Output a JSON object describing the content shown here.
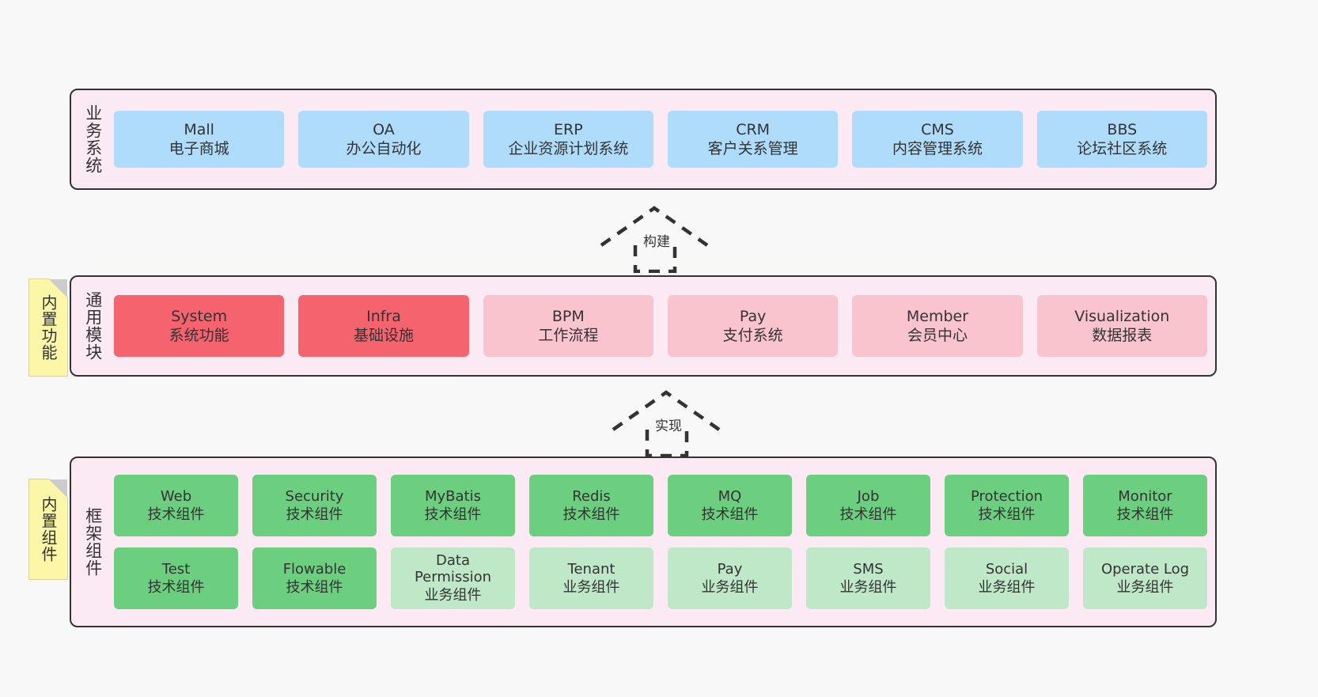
{
  "diagram": {
    "title": "",
    "background": "#f8f8f8",
    "colors": {
      "layer_fill": "#fbeaf4",
      "layer_border": "#333333",
      "business_card": "#aedcfa",
      "module_core_card": "#f4636e",
      "module_card": "#fac4ce",
      "tech_component_card": "#6cce7f",
      "business_component_card": "#bfe8c8",
      "note_fill": "#fcf6a8",
      "note_fold": "#cccccc"
    }
  },
  "layers": {
    "business": {
      "title": "业务系统",
      "cards": [
        {
          "name": "Mall",
          "sub": "电子商城"
        },
        {
          "name": "OA",
          "sub": "办公自动化"
        },
        {
          "name": "ERP",
          "sub": "企业资源计划系统"
        },
        {
          "name": "CRM",
          "sub": "客户关系管理"
        },
        {
          "name": "CMS",
          "sub": "内容管理系统"
        },
        {
          "name": "BBS",
          "sub": "论坛社区系统"
        }
      ]
    },
    "module": {
      "title": "通用模块",
      "note": "内置功能",
      "cards": [
        {
          "name": "System",
          "sub": "系统功能",
          "variant": "core"
        },
        {
          "name": "Infra",
          "sub": "基础设施",
          "variant": "core"
        },
        {
          "name": "BPM",
          "sub": "工作流程",
          "variant": "normal"
        },
        {
          "name": "Pay",
          "sub": "支付系统",
          "variant": "normal"
        },
        {
          "name": "Member",
          "sub": "会员中心",
          "variant": "normal"
        },
        {
          "name": "Visualization",
          "sub": "数据报表",
          "variant": "normal"
        }
      ]
    },
    "framework": {
      "title": "框架组件",
      "note": "内置组件",
      "row1": [
        {
          "name": "Web",
          "sub": "技术组件"
        },
        {
          "name": "Security",
          "sub": "技术组件"
        },
        {
          "name": "MyBatis",
          "sub": "技术组件"
        },
        {
          "name": "Redis",
          "sub": "技术组件"
        },
        {
          "name": "MQ",
          "sub": "技术组件"
        },
        {
          "name": "Job",
          "sub": "技术组件"
        },
        {
          "name": "Protection",
          "sub": "技术组件"
        },
        {
          "name": "Monitor",
          "sub": "技术组件"
        }
      ],
      "row2": [
        {
          "name": "Test",
          "sub": "技术组件",
          "variant": "tech"
        },
        {
          "name": "Flowable",
          "sub": "技术组件",
          "variant": "tech"
        },
        {
          "name": "Data Permission",
          "sub": "业务组件",
          "variant": "biz"
        },
        {
          "name": "Tenant",
          "sub": "业务组件",
          "variant": "biz"
        },
        {
          "name": "Pay",
          "sub": "业务组件",
          "variant": "biz"
        },
        {
          "name": "SMS",
          "sub": "业务组件",
          "variant": "biz"
        },
        {
          "name": "Social",
          "sub": "业务组件",
          "variant": "biz"
        },
        {
          "name": "Operate Log",
          "sub": "业务组件",
          "variant": "biz"
        }
      ]
    }
  },
  "connectors": {
    "build": {
      "label": "构建"
    },
    "implement": {
      "label": "实现"
    }
  }
}
